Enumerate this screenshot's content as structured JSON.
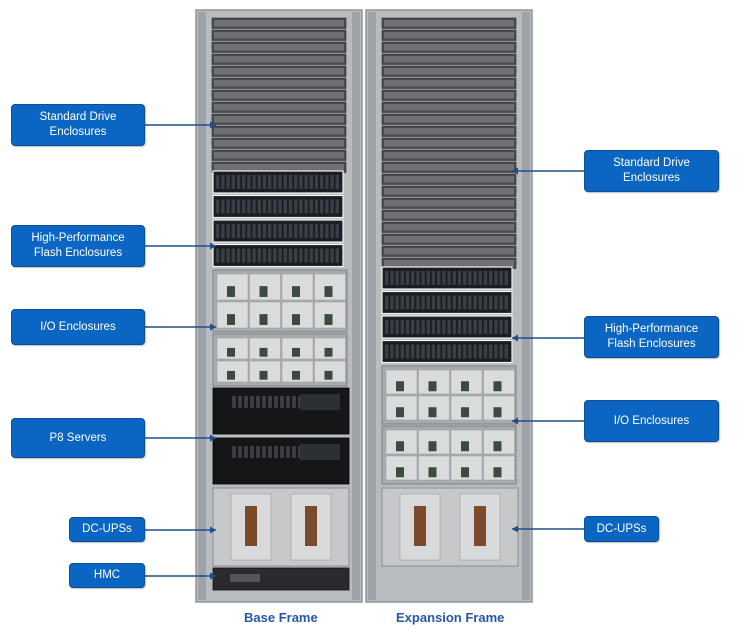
{
  "colors": {
    "callout_fill": "#0a66c2",
    "callout_border": "#0b4f94",
    "callout_text": "#ffffff",
    "connector_line": "#1f4e8c",
    "frame_label_text": "#2458a6",
    "rack_metal": "#b9bcbf",
    "drive_bay_dark": "#1b1d22",
    "io_panel": "#d9dbdc"
  },
  "left_callouts": [
    {
      "id": "standard-drive-enclosures-base",
      "text": "Standard Drive\nEnclosures"
    },
    {
      "id": "flash-enclosures-base",
      "text": "High-Performance\nFlash Enclosures"
    },
    {
      "id": "io-enclosures-base",
      "text": "I/O Enclosures"
    },
    {
      "id": "p8-servers",
      "text": "P8 Servers"
    },
    {
      "id": "dc-upss-base",
      "text": "DC-UPSs"
    },
    {
      "id": "hmc",
      "text": "HMC"
    }
  ],
  "right_callouts": [
    {
      "id": "standard-drive-enclosures-expansion",
      "text": "Standard Drive\nEnclosures"
    },
    {
      "id": "flash-enclosures-expansion",
      "text": "High-Performance\nFlash Enclosures"
    },
    {
      "id": "io-enclosures-expansion",
      "text": "I/O Enclosures"
    },
    {
      "id": "dc-upss-expansion",
      "text": "DC-UPSs"
    }
  ],
  "frame_labels": {
    "base": "Base Frame",
    "expansion": "Expansion Frame"
  }
}
